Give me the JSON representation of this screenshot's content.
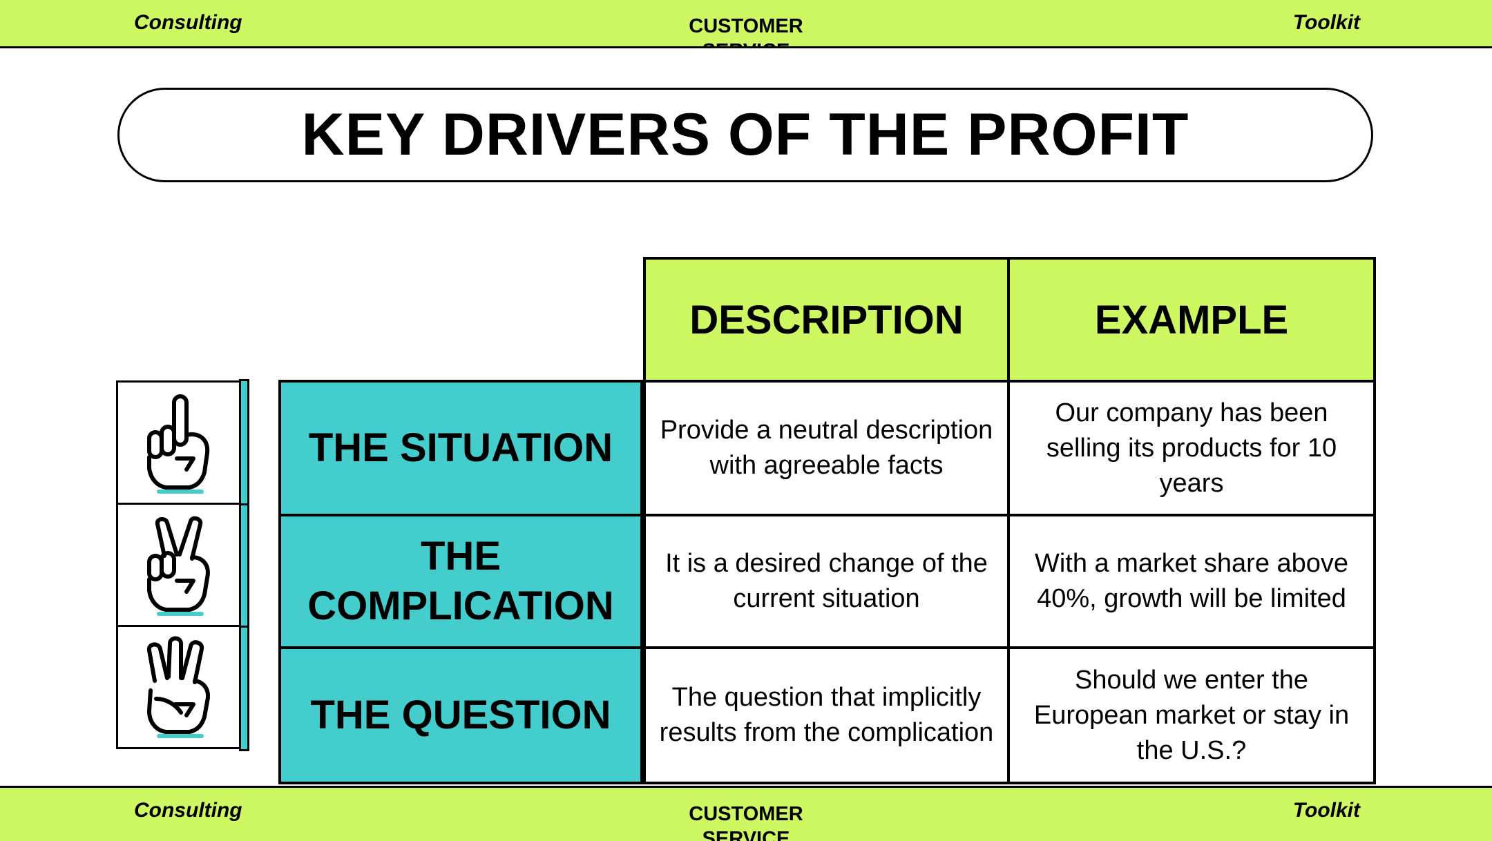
{
  "header": {
    "left": "Consulting",
    "center": "CUSTOMER SERVICE",
    "right": "Toolkit"
  },
  "footer": {
    "left": "Consulting",
    "center": "CUSTOMER SERVICE",
    "right": "Toolkit"
  },
  "title": "KEY DRIVERS OF THE PROFIT",
  "columns": {
    "description": "DESCRIPTION",
    "example": "EXAMPLE"
  },
  "rows": [
    {
      "label": "THE SITUATION",
      "description": "Provide a neutral description with agreeable facts",
      "example": "Our company has been selling its products for 10 years",
      "icon": "one-finger-hand-icon"
    },
    {
      "label": "THE COMPLICATION",
      "description": "It is a desired change of the current situation",
      "example": "With a market share above 40%, growth will be limited",
      "icon": "two-fingers-hand-icon"
    },
    {
      "label": "THE QUESTION",
      "description": "The question that implicitly results from the complication",
      "example": "Should we enter the European market or stay in the U.S.?",
      "icon": "three-fingers-hand-icon"
    }
  ],
  "colors": {
    "lime": "#cdf862",
    "teal": "#43cdcd",
    "black": "#000000"
  }
}
